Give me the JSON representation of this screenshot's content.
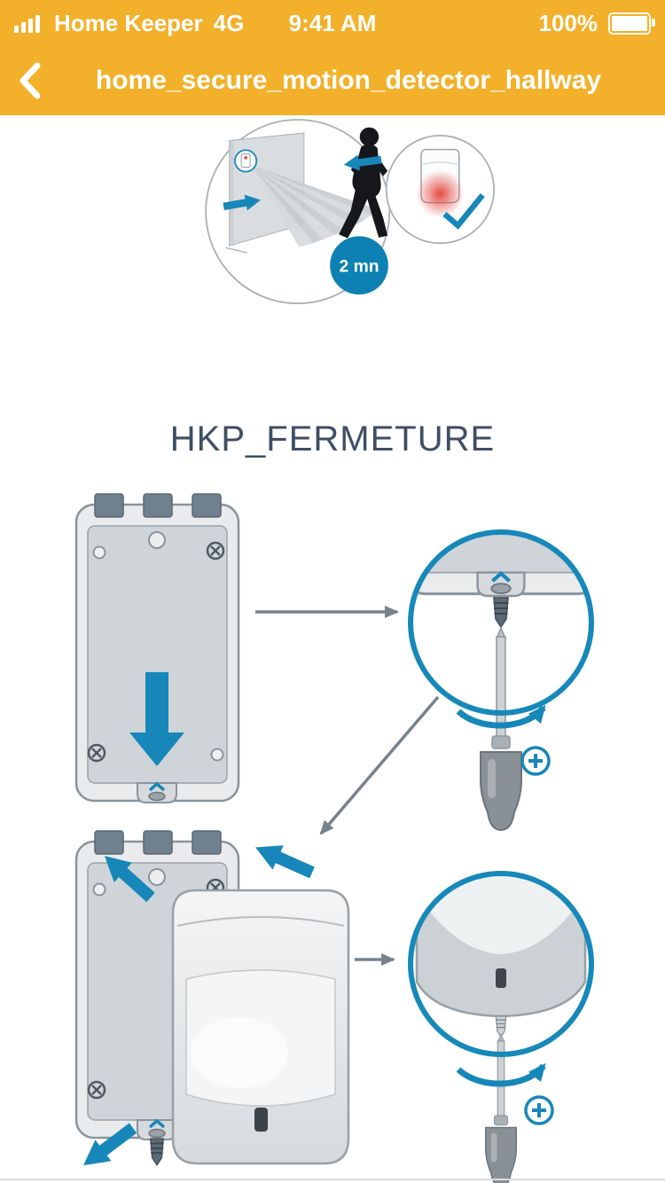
{
  "colors": {
    "header_yellow": "#F3B02A",
    "accent_blue": "#1787B9",
    "heading_slate": "#3E4E63",
    "alert_red": "#E2403A",
    "connector_gray": "#78828C"
  },
  "status_bar": {
    "signal_icon": "cellular-signal-icon",
    "carrier": "Home Keeper",
    "network": "4G",
    "time": "9:41 AM",
    "battery_percent": "100%",
    "battery_icon": "battery-full-icon"
  },
  "nav_bar": {
    "back_icon": "chevron-left-icon",
    "title": "home_secure_motion_detector_hallway"
  },
  "manual_page": {
    "detection_illustration": {
      "timer_label": "2 mn"
    },
    "section_title": "HKP_FERMETURE"
  }
}
